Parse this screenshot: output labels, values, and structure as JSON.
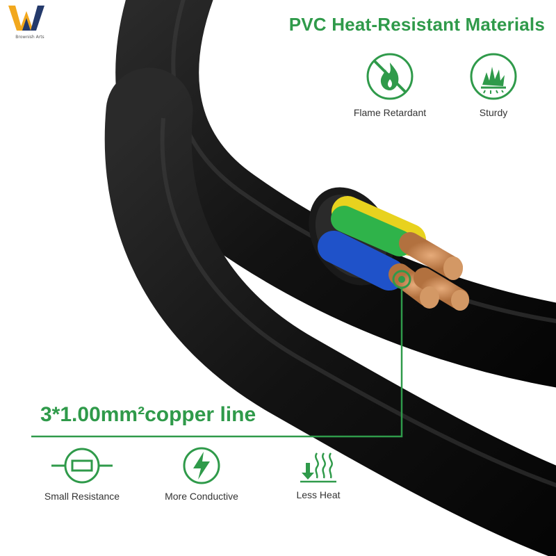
{
  "brand": {
    "monogram": "W",
    "tagline": "Brownish Arts"
  },
  "headline": "PVC Heat-Resistant Materials",
  "top_features": [
    {
      "icon": "flame-retardant-icon",
      "label": "Flame Retardant"
    },
    {
      "icon": "sturdy-icon",
      "label": "Sturdy"
    }
  ],
  "cable_spec": "3*1.00mm²copper line",
  "bottom_features": [
    {
      "icon": "resistor-icon",
      "label": "Small Resistance"
    },
    {
      "icon": "lightning-icon",
      "label": "More Conductive"
    },
    {
      "icon": "heat-waves-icon",
      "label": "Less Heat"
    }
  ],
  "colors": {
    "accent_green": "#2f9a4a",
    "cable_black": "#141414",
    "wire_green": "#2fb34a",
    "wire_yellow": "#e8d21e",
    "wire_blue": "#1f52c9",
    "copper": "#c98a5a",
    "logo_gold": "#f2a81d",
    "logo_navy": "#243a6b"
  }
}
